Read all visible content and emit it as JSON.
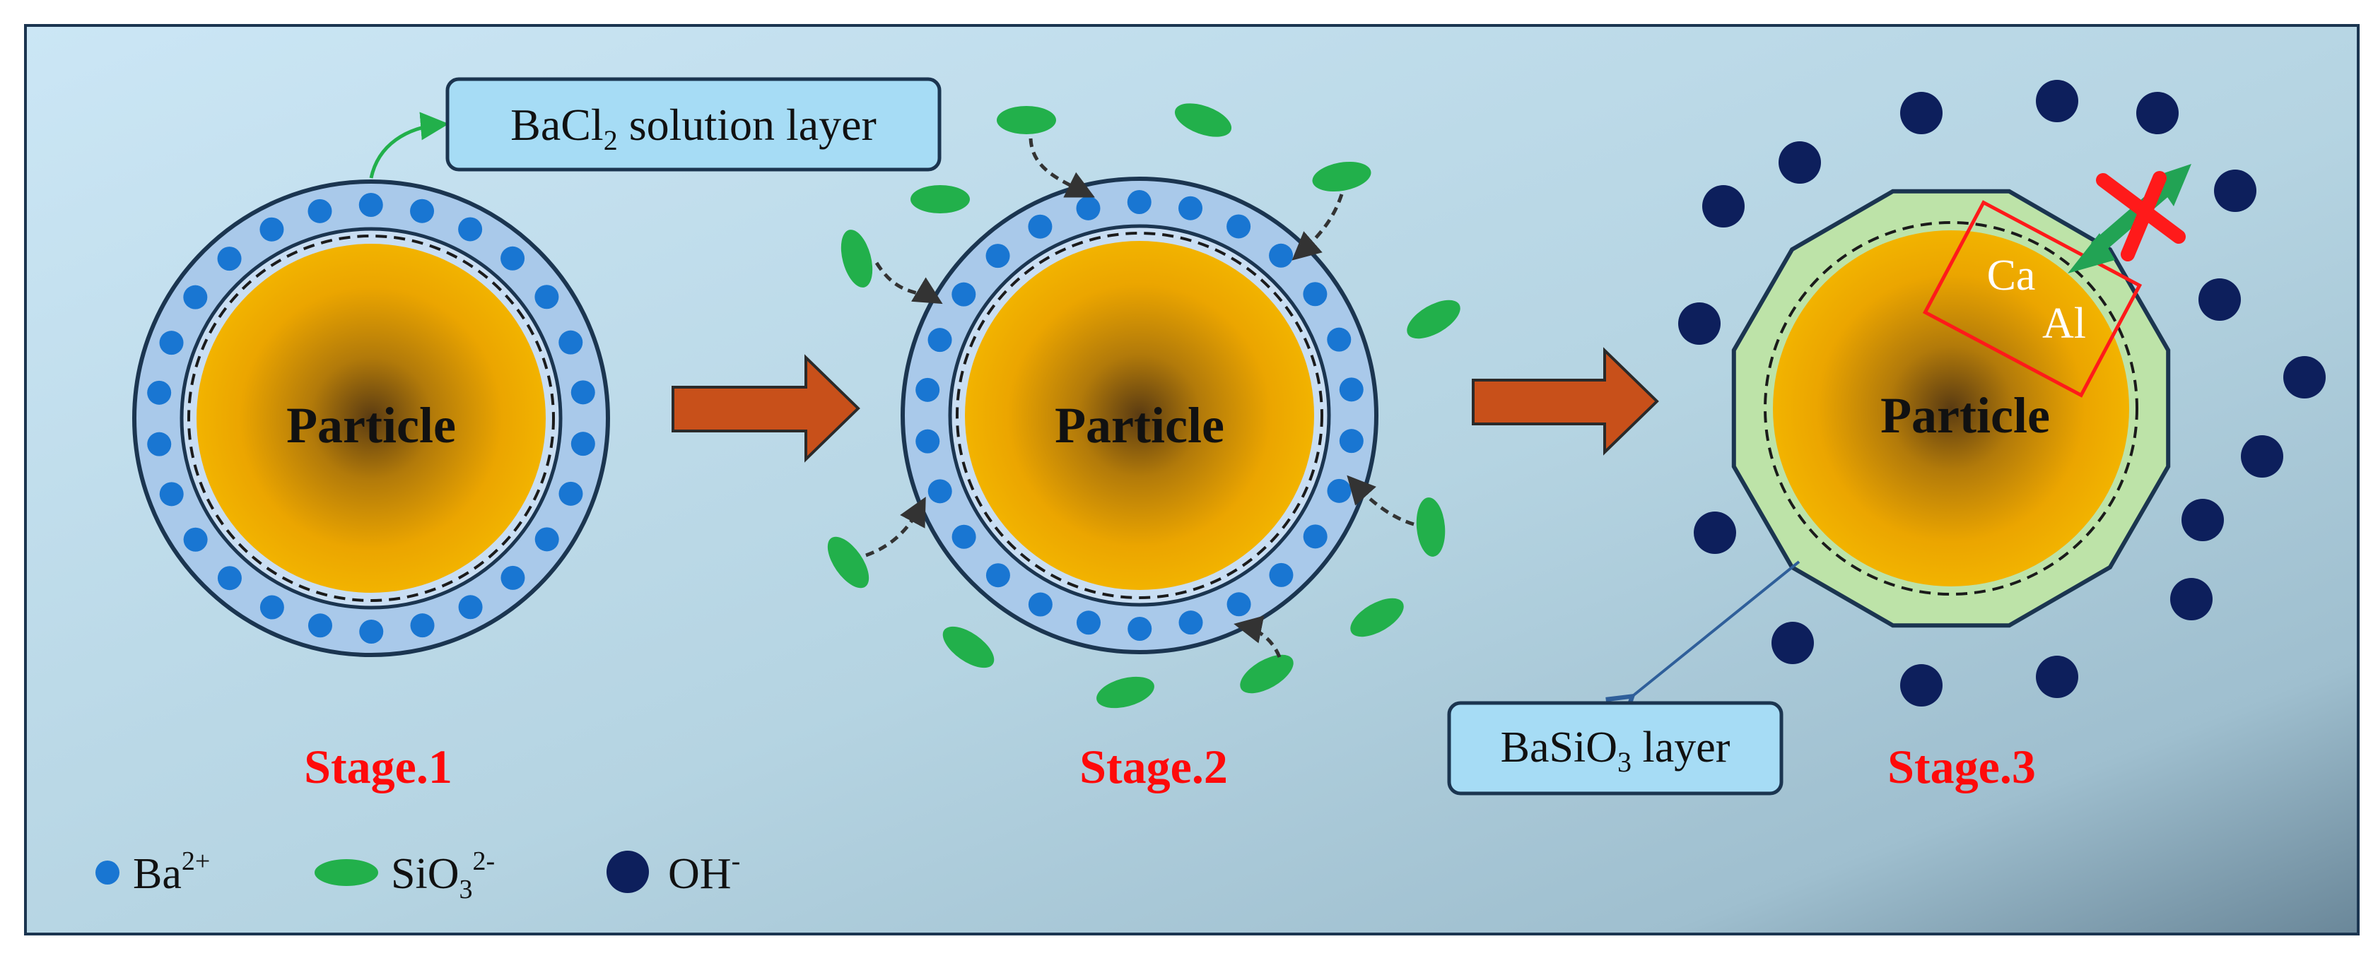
{
  "stages": [
    {
      "label": "Stage.1",
      "particle_label": "Particle"
    },
    {
      "label": "Stage.2",
      "particle_label": "Particle"
    },
    {
      "label": "Stage.3",
      "particle_label": "Particle"
    }
  ],
  "callouts": {
    "solution_layer": {
      "main": "BaCl",
      "sub": "2",
      "rest": " solution layer"
    },
    "basio3_layer": {
      "main": "BaSiO",
      "sub": "3",
      "rest": " layer"
    }
  },
  "elements_box": {
    "ca": "Ca",
    "al": "Al"
  },
  "legend": [
    {
      "symbol": "ba-ion",
      "text": "Ba",
      "sup": "2+"
    },
    {
      "symbol": "silicate-ion",
      "text": "SiO",
      "sub": "3",
      "sup": "2-"
    },
    {
      "symbol": "hydroxide-ion",
      "text": "OH",
      "sup": "-"
    }
  ],
  "colors": {
    "ba_ion": "#1976d2",
    "silicate_ion": "#22b04b",
    "hydroxide_ion": "#0d1f5c",
    "shell": "#a9c9ea",
    "basio3_layer": "#bde3a8",
    "particle_core": "#e9a300",
    "process_arrow": "#c8501a",
    "stage_text": "#ff0a0a",
    "blocked_cross": "#ff1a1a",
    "diffusion_arrow": "#22a354"
  }
}
